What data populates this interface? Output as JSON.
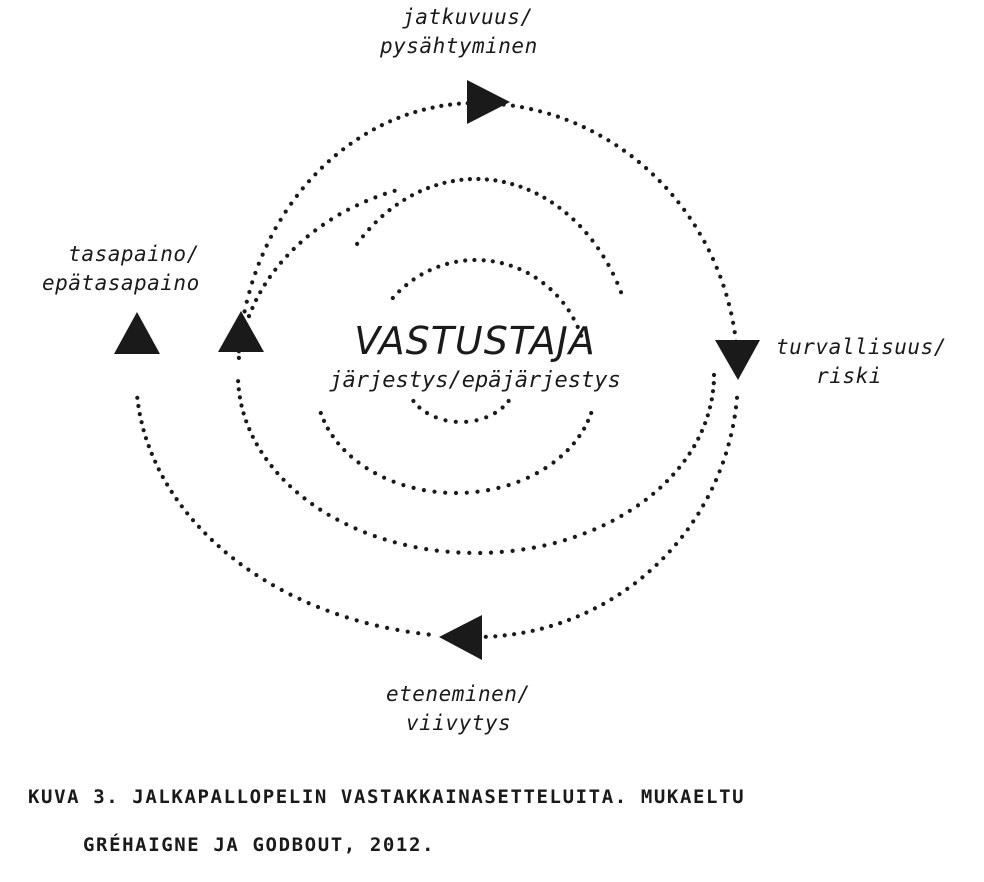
{
  "center": {
    "title": "VASTUSTAJA",
    "subtitle": "järjestys/epäjärjestys"
  },
  "labels": {
    "top": [
      "jatkuvuus/",
      "pysähtyminen"
    ],
    "right": [
      "turvallisuus/",
      "riski"
    ],
    "bottom": [
      "eteneminen/",
      "viivytys"
    ],
    "left": [
      "tasapaino/",
      "epätasapaino"
    ]
  },
  "caption": {
    "line1": "KUVA 3. JALKAPALLOPELIN VASTAKKAINASETTELUITA. MUKAELTU",
    "line2": "GRÉHAIGNE JA GODBOUT, 2012."
  },
  "arrows": [
    {
      "name": "top-arrow-icon",
      "direction": "right"
    },
    {
      "name": "right-arrow-icon",
      "direction": "down"
    },
    {
      "name": "bottom-arrow-icon",
      "direction": "left"
    },
    {
      "name": "left-outer-arrow-icon",
      "direction": "up"
    },
    {
      "name": "left-inner-arrow-icon",
      "direction": "up"
    }
  ],
  "colors": {
    "ink": "#1a1a1a",
    "background": "#ffffff"
  }
}
